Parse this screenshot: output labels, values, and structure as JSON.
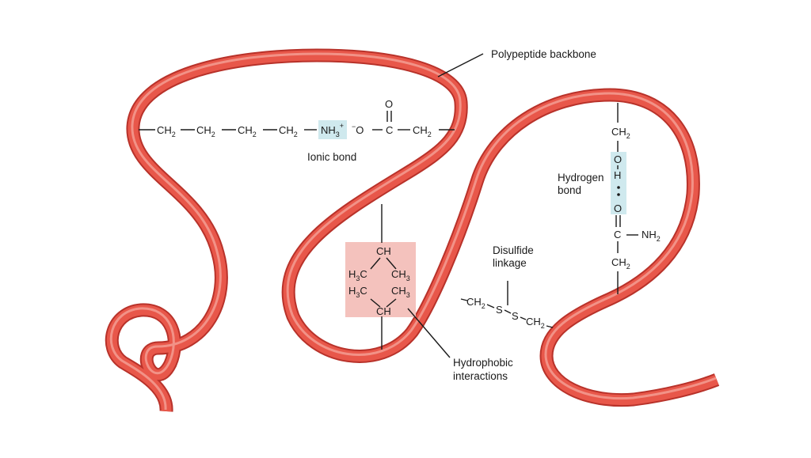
{
  "colors": {
    "backbone": "#e8574a",
    "backbone_edge": "#b8322a",
    "backbone_highlight": "#f5a59c",
    "ionic_highlight": "#cfe9ee",
    "hydrogen_highlight": "#cfe9ee",
    "hydrophobic_box": "#f4c2bd",
    "line": "#1a1a1a"
  },
  "labels": {
    "backbone": "Polypeptide backbone",
    "ionic": "Ionic bond",
    "hydrogen_line1": "Hydrogen",
    "hydrogen_line2": "bond",
    "disulfide_line1": "Disulfide",
    "disulfide_line2": "linkage",
    "hydrophobic_line1": "Hydrophobic",
    "hydrophobic_line2": "interactions"
  },
  "ionic_chain": {
    "ch": "CH",
    "sub2": "2",
    "nh": "NH",
    "sub3": "3",
    "plus": "+",
    "minus": "−",
    "o": "O",
    "c": "C",
    "carbonyl_o": "O"
  },
  "hydrogen_chain": {
    "ch": "CH",
    "sub2": "2",
    "o": "O",
    "h": "H",
    "c": "C",
    "nh": "NH"
  },
  "hydrophobic_group": {
    "ch": "CH",
    "h": "H",
    "sub3": "3",
    "c": "C"
  },
  "disulfide": {
    "ch": "CH",
    "sub2": "2",
    "s": "S"
  }
}
